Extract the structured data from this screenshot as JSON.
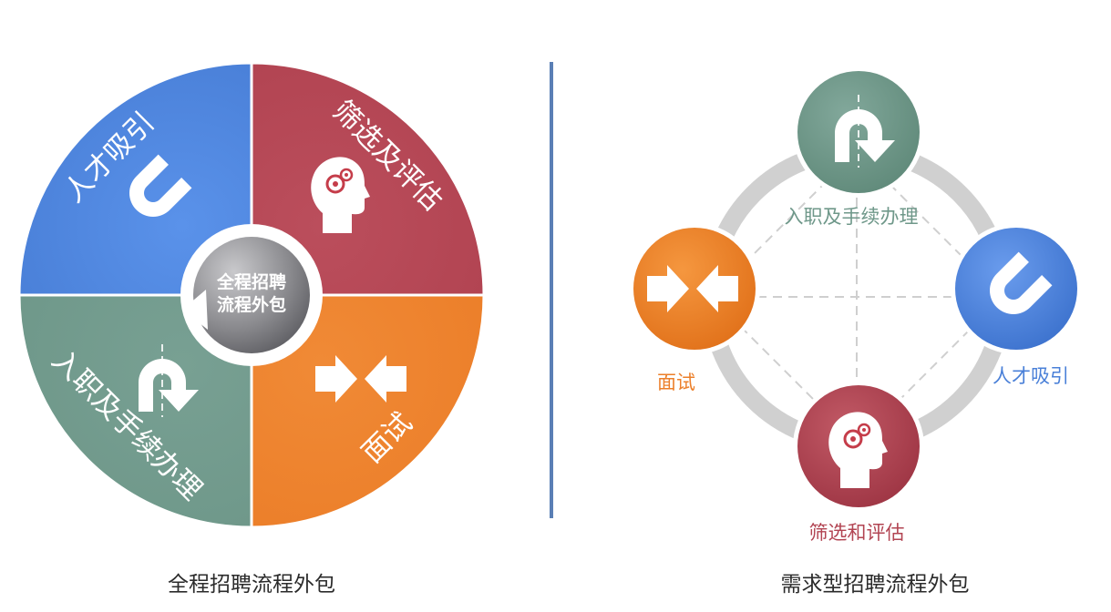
{
  "full_diagram": {
    "center_text_line1": "全程招聘",
    "center_text_line2": "流程外包",
    "quadrants": [
      {
        "label": "人才吸引",
        "color": "#4a80d8",
        "icon": "magnet-icon"
      },
      {
        "label": "筛选及评估",
        "color": "#b24452",
        "icon": "head-gears-icon"
      },
      {
        "label": "面试",
        "color": "#ec7f2a",
        "icon": "converging-arrows-icon"
      },
      {
        "label": "入职及手续办理",
        "color": "#6f988a",
        "icon": "u-turn-arrow-icon"
      }
    ],
    "caption": "全程招聘流程外包"
  },
  "demand_diagram": {
    "nodes": [
      {
        "label": "入职及手续办理",
        "color": "#6f988a",
        "icon": "u-turn-arrow-icon"
      },
      {
        "label": "人才吸引",
        "color": "#4a80d8",
        "icon": "magnet-icon"
      },
      {
        "label": "筛选和评估",
        "color": "#b24452",
        "icon": "head-gears-icon"
      },
      {
        "label": "面试",
        "color": "#ec7f2a",
        "icon": "converging-arrows-icon"
      }
    ],
    "caption": "需求型招聘流程外包"
  },
  "colors": {
    "divider": "#5a7fb5",
    "ring": "#d0d0d0",
    "center_gray": "#8a8a8e"
  }
}
